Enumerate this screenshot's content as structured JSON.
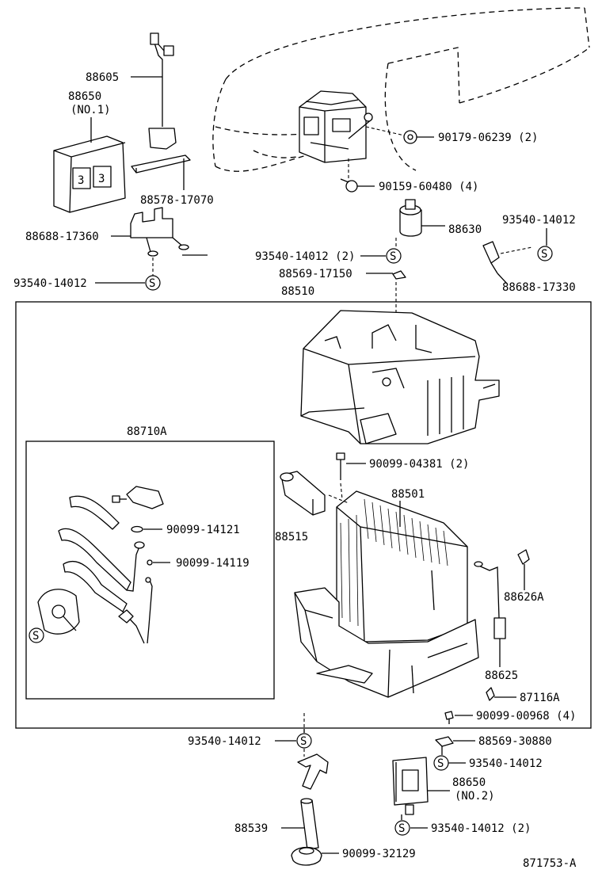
{
  "labels": {
    "p88605": "88605",
    "p88650_1": "88650",
    "p88650_1_note": "(NO.1)",
    "p88578": "88578-17070",
    "p88688_17360": "88688-17360",
    "p93540_left": "93540-14012",
    "p90179": "90179-06239 (2)",
    "p90159": "90159-60480 (4)",
    "p88630": "88630",
    "p93540_right": "93540-14012",
    "p93540_2a": "93540-14012 (2)",
    "p88569_17150": "88569-17150",
    "p88688_17330": "88688-17330",
    "p88510": "88510",
    "p88710A": "88710A",
    "p90099_04381": "90099-04381 (2)",
    "p88501": "88501",
    "p88515": "88515",
    "p90099_14121": "90099-14121",
    "p90099_14119": "90099-14119",
    "p88626A": "88626A",
    "p88625": "88625",
    "p87116A": "87116A",
    "p90099_00968": "90099-00968 (4)",
    "p93540_bottom": "93540-14012",
    "p88569_30880": "88569-30880",
    "p93540_mid": "93540-14012",
    "p88650_2": "88650",
    "p88650_2_note": "(NO.2)",
    "p88539": "88539",
    "p93540_2b": "93540-14012 (2)",
    "p90099_32129": "90099-32129",
    "diagram_id": "871753-A"
  },
  "symbol_text": "S",
  "relay_marks": [
    "3",
    "3"
  ],
  "colors": {
    "ink": "#000000",
    "paper": "#ffffff"
  }
}
